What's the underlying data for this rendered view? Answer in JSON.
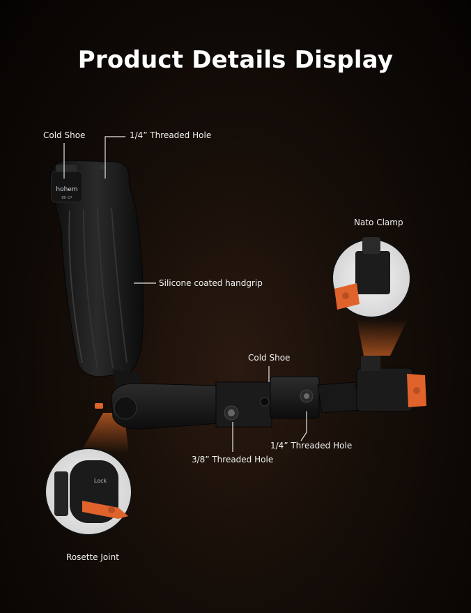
{
  "title": "Product Details Display",
  "labels": {
    "cold_shoe_top": "Cold Shoe",
    "threaded_hole_top": "1/4” Threaded Hole",
    "nato_clamp": "Nato Clamp",
    "handgrip": "Silicone coated handgrip",
    "cold_shoe_arm": "Cold Shoe",
    "threaded_hole_arm_right": "1/4” Threaded Hole",
    "threaded_hole_arm_left": "3/8” Threaded Hole",
    "rosette_joint": "Rosette Joint"
  },
  "product_marks": {
    "brand": "hohem",
    "model": "BH-27",
    "lock": "Lock"
  },
  "colors": {
    "accent_orange": "#e0632c",
    "body_black": "#1a1a1a"
  }
}
